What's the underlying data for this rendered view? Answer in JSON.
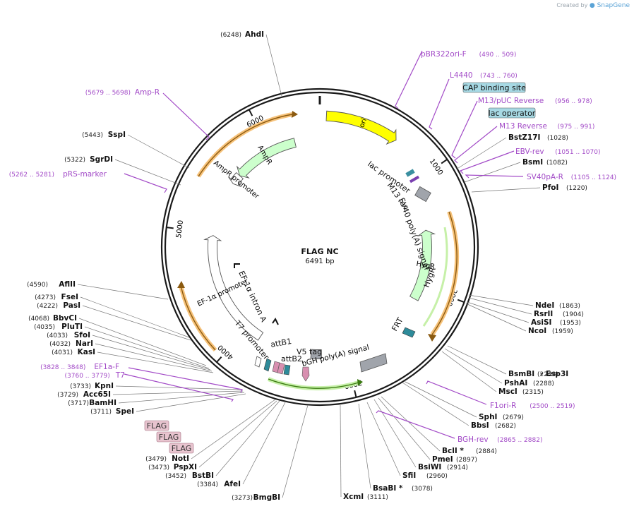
{
  "credit": {
    "prefix": "Created by",
    "brand": "SnapGene"
  },
  "plasmid": {
    "name": "FLAG NC",
    "length": "6491 bp",
    "total_bp": 6491
  },
  "ticks": [
    {
      "bp": 1000,
      "label": "1000"
    },
    {
      "bp": 2000,
      "label": "2000"
    },
    {
      "bp": 3000,
      "label": "3000"
    },
    {
      "bp": 4000,
      "label": "4000"
    },
    {
      "bp": 5000,
      "label": "5000"
    },
    {
      "bp": 6000,
      "label": "6000"
    }
  ],
  "features": [
    {
      "name": "ori",
      "start": 52,
      "end": 640,
      "color": "#ffff00",
      "ring": "outer",
      "dir": 1
    },
    {
      "name": "HygR",
      "start": 1460,
      "end": 2140,
      "color": "#ccffcc",
      "ring": "inner",
      "dir": -1
    },
    {
      "name": "AmpR",
      "start": 5620,
      "end": 6250,
      "color": "#ccffcc",
      "ring": "inner",
      "dir": -1
    },
    {
      "name": "AmpR promoter",
      "start": 5520,
      "end": 5620,
      "color": "#ffffff",
      "ring": "inner",
      "dir": -1
    },
    {
      "name": "EF-1α promoter",
      "start": 3850,
      "end": 4980,
      "color": "#ffffff",
      "ring": "inner",
      "dir": 1
    },
    {
      "name": "bGH poly(A) signal",
      "start": 3230,
      "end": 3330,
      "color": "#a0a4ab",
      "ring": "inner",
      "dir": 0
    }
  ],
  "feature_labels": {
    "lac_promoter": "lac promoter",
    "m13_rev": "M13 rev",
    "sv40": "SV40 poly(A) signal",
    "frt": "FRT",
    "t7_promoter": "T7 promoter",
    "attb1": "attB1",
    "attb2": "attB2",
    "v5_tag": "V5 tag",
    "ef1a_intron": "EF-1α intron A",
    "hygr_outer": "HygR"
  },
  "enzymes": [
    {
      "name": "AhdI",
      "pos": "(6248)"
    },
    {
      "name": "SspI",
      "pos": "(5443)"
    },
    {
      "name": "SgrDI",
      "pos": "(5322)"
    },
    {
      "name": "BstZ17I",
      "pos": "(1028)"
    },
    {
      "name": "BsmI",
      "pos": "(1082)"
    },
    {
      "name": "PfoI",
      "pos": "(1220)"
    },
    {
      "name": "NdeI",
      "pos": "(1863)"
    },
    {
      "name": "RsrII",
      "pos": "(1904)"
    },
    {
      "name": "AsiSI",
      "pos": "(1953)"
    },
    {
      "name": "NcoI",
      "pos": "(1959)"
    },
    {
      "name": "BsmBI",
      "pos": "(2243)"
    },
    {
      "name": "Esp3I",
      "pos": ""
    },
    {
      "name": "PshAI",
      "pos": "(2288)"
    },
    {
      "name": "MscI",
      "pos": "(2315)"
    },
    {
      "name": "SphI",
      "pos": "(2679)"
    },
    {
      "name": "BbsI",
      "pos": "(2682)"
    },
    {
      "name": "BclI *",
      "pos": "(2884)"
    },
    {
      "name": "PmeI",
      "pos": "(2897)"
    },
    {
      "name": "BsiWI",
      "pos": "(2914)"
    },
    {
      "name": "SfiI",
      "pos": "(2960)"
    },
    {
      "name": "BsaBI *",
      "pos": "(3078)"
    },
    {
      "name": "XcmI",
      "pos": "(3111)"
    },
    {
      "name": "BmgBI",
      "pos": "(3273)"
    },
    {
      "name": "AfeI",
      "pos": "(3384)"
    },
    {
      "name": "BstBI",
      "pos": "(3452)"
    },
    {
      "name": "PspXI",
      "pos": "(3473)"
    },
    {
      "name": "NotI",
      "pos": "(3479)"
    },
    {
      "name": "SpeI",
      "pos": "(3711)"
    },
    {
      "name": "BamHI",
      "pos": "(3717)"
    },
    {
      "name": "Acc65I",
      "pos": "(3729)"
    },
    {
      "name": "KpnI",
      "pos": "(3733)"
    },
    {
      "name": "KasI",
      "pos": "(4031)"
    },
    {
      "name": "NarI",
      "pos": "(4032)"
    },
    {
      "name": "SfoI",
      "pos": "(4033)"
    },
    {
      "name": "PluTI",
      "pos": "(4035)"
    },
    {
      "name": "BbvCI",
      "pos": "(4068)"
    },
    {
      "name": "PasI",
      "pos": "(4222)"
    },
    {
      "name": "FseI",
      "pos": "(4273)"
    },
    {
      "name": "AflII",
      "pos": "(4590)"
    }
  ],
  "primers": [
    {
      "name": "pBR322ori-F",
      "range": "(490 .. 509)"
    },
    {
      "name": "L4440",
      "range": "(743 .. 760)"
    },
    {
      "name": "M13/pUC Reverse",
      "range": "(956 .. 978)"
    },
    {
      "name": "M13 Reverse",
      "range": "(975 .. 991)"
    },
    {
      "name": "EBV-rev",
      "range": "(1051 .. 1070)"
    },
    {
      "name": "SV40pA-R",
      "range": "(1105 .. 1124)"
    },
    {
      "name": "F1ori-R",
      "range": "(2500 .. 2519)"
    },
    {
      "name": "BGH-rev",
      "range": "(2865 .. 2882)"
    },
    {
      "name": "T7",
      "range": "(3760 .. 3779)"
    },
    {
      "name": "EF1a-F",
      "range": "(3828 .. 3848)"
    },
    {
      "name": "pRS-marker",
      "range": "(5262 .. 5281)"
    },
    {
      "name": "Amp-R",
      "range": "(5679 .. 5698)"
    }
  ],
  "boxed_features": [
    {
      "name": "CAP binding site",
      "color": "#a7d9e4"
    },
    {
      "name": "lac operator",
      "color": "#a7d9e4"
    },
    {
      "name": "FLAG",
      "color": "#e8c4cf"
    },
    {
      "name": "FLAG",
      "color": "#e8c4cf"
    },
    {
      "name": "FLAG",
      "color": "#e8c4cf"
    }
  ],
  "colors": {
    "primer": "#a24ac7",
    "orf": "#f5a623",
    "backbone": "#1a1a1a"
  }
}
